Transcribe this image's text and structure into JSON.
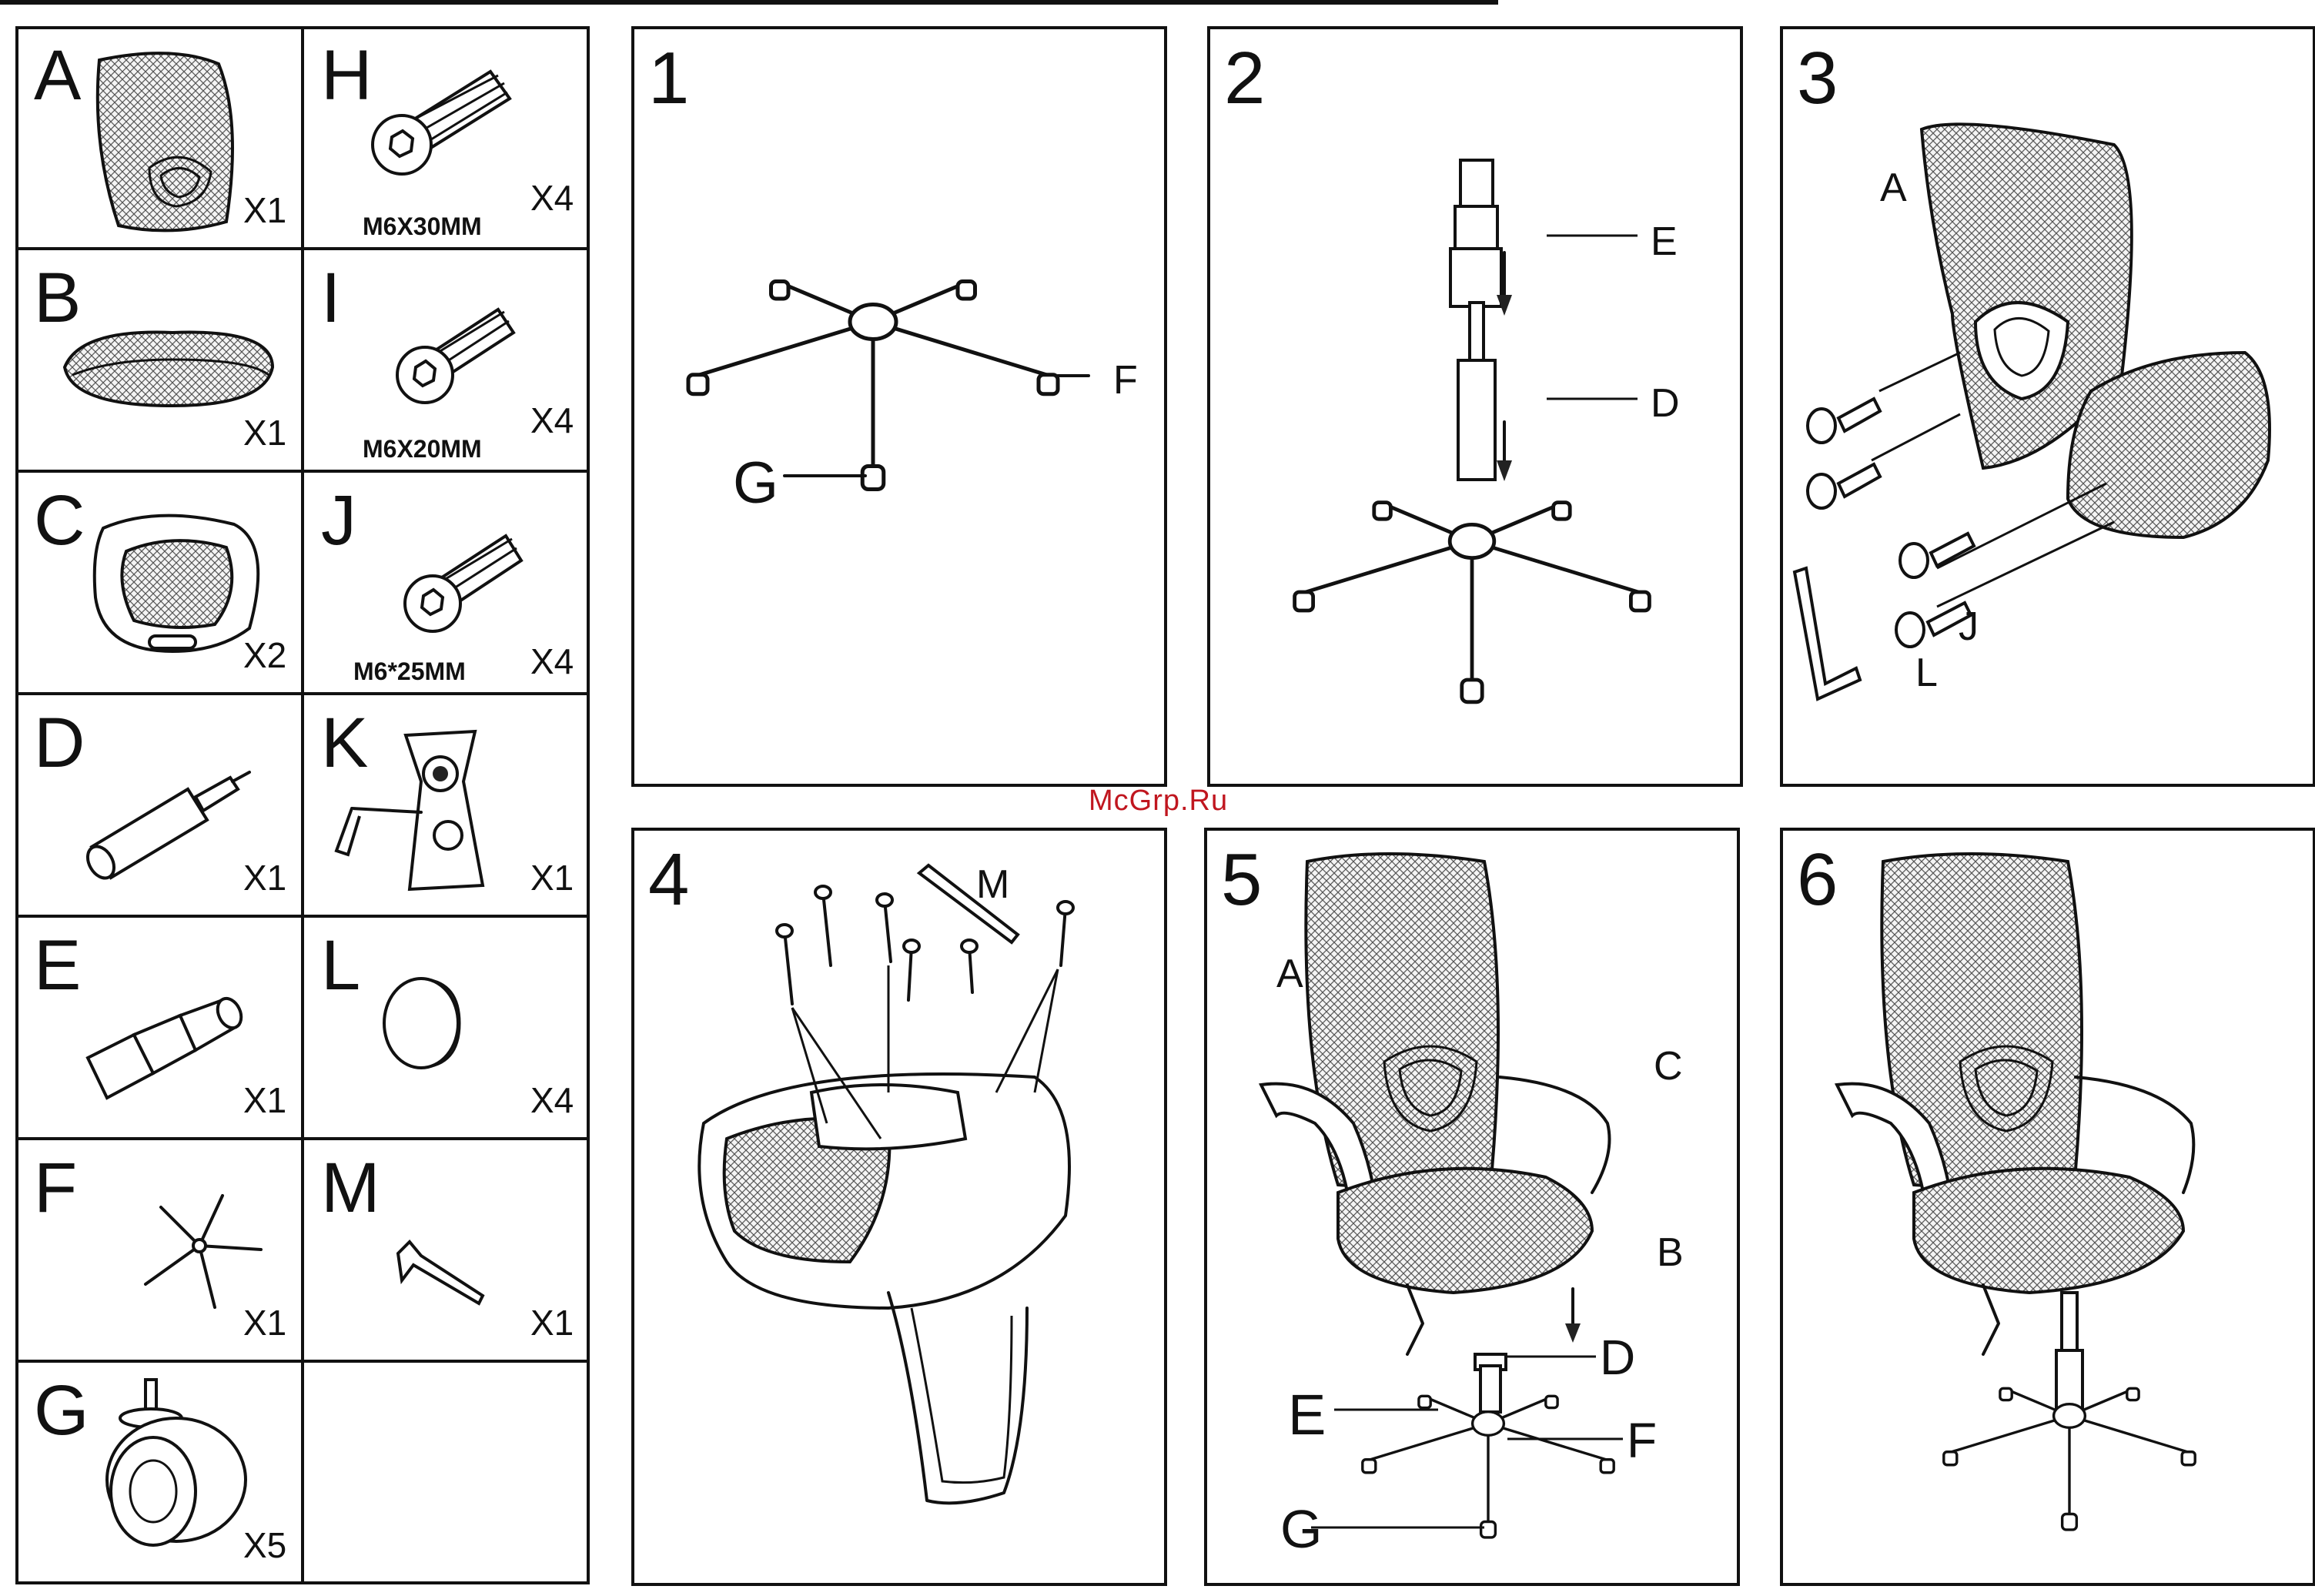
{
  "watermark": "McGrp.Ru",
  "parts": [
    {
      "letter": "A",
      "qty": "X1"
    },
    {
      "letter": "B",
      "qty": "X1"
    },
    {
      "letter": "C",
      "qty": "X2"
    },
    {
      "letter": "D",
      "qty": "X1"
    },
    {
      "letter": "E",
      "qty": "X1"
    },
    {
      "letter": "F",
      "qty": "X1"
    },
    {
      "letter": "G",
      "qty": "X5"
    },
    {
      "letter": "H",
      "qty": "X4",
      "size": "M6X30MM"
    },
    {
      "letter": "I",
      "qty": "X4",
      "size": "M6X20MM"
    },
    {
      "letter": "J",
      "qty": "X4",
      "size": "M6*25MM"
    },
    {
      "letter": "K",
      "qty": "X1"
    },
    {
      "letter": "L",
      "qty": "X4"
    },
    {
      "letter": "M",
      "qty": "X1"
    }
  ],
  "steps": [
    {
      "number": "1",
      "labels": {
        "f": "F",
        "g": "G"
      }
    },
    {
      "number": "2",
      "labels": {
        "e": "E",
        "d": "D"
      }
    },
    {
      "number": "3",
      "labels": {
        "a": "A",
        "j": "J",
        "l": "L"
      }
    },
    {
      "number": "4",
      "labels": {
        "m": "M"
      }
    },
    {
      "number": "5",
      "labels": {
        "a": "A",
        "c": "C",
        "b": "B",
        "d": "D",
        "e": "E",
        "f": "F",
        "g": "G"
      }
    },
    {
      "number": "6",
      "labels": {}
    }
  ]
}
